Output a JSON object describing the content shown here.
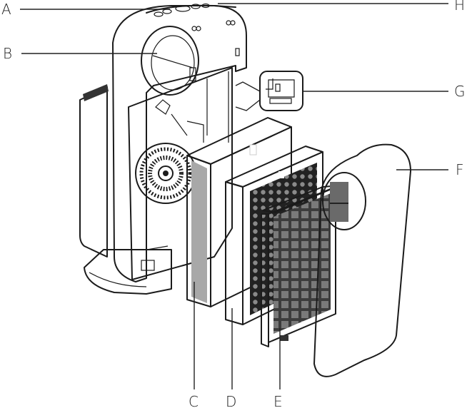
{
  "callouts": {
    "a": "A",
    "b": "B",
    "c": "C",
    "d": "D",
    "e": "E",
    "f": "F",
    "g": "G",
    "h": "H"
  },
  "colors": {
    "line": "#1b1b1b",
    "body_fill": "#f4f4f4",
    "prefilter_fill": "#7a7a7a",
    "carbon_fill": "#3a3a3a",
    "hepa_fill": "#6a6a6a",
    "panel_fill": "#fafafa"
  }
}
